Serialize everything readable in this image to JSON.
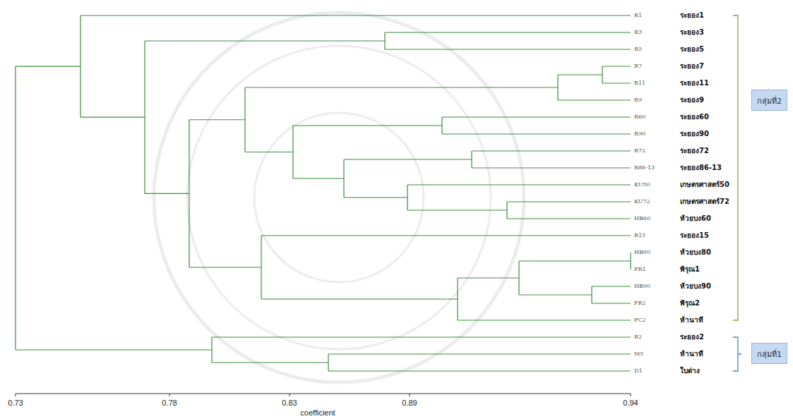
{
  "diagram": {
    "nodes": [
      {
        "text": [
          "กลุ่มที่2"
        ]
      },
      {
        "text": [
          "กลุ่มที่1"
        ]
      }
    ],
    "labels": [
      "R1",
      "ระยอง1",
      "R3",
      "ระยอง3",
      "R5",
      "ระยอง5",
      "R7",
      "ระยอง7",
      "R11",
      "ระยอง11",
      "R9",
      "ระยอง9",
      "R60",
      "ระยอง60",
      "R90",
      "ระยอง90",
      "R72",
      "ระยอง72",
      "R86-13",
      "ระยอง86-13",
      "KU50",
      "เกษตรศาสตร์50",
      "KU72",
      "เกษตรศาสตร์72",
      "HB60",
      "ห้วยบง60",
      "R15",
      "ระยอง15",
      "HB80",
      "ห้วยบง80",
      "PR1",
      "พิรุณ1",
      "HB90",
      "ห้วยบง90",
      "PR2",
      "พิรุณ2",
      "PC2",
      "ห้านาที",
      "R2",
      "ระยอง2",
      "M5",
      "ห้านาที",
      "D1",
      "ใบด่าง",
      "0.73",
      "0.78",
      "0.83",
      "0.89",
      "0.94",
      "coefficient"
    ]
  }
}
